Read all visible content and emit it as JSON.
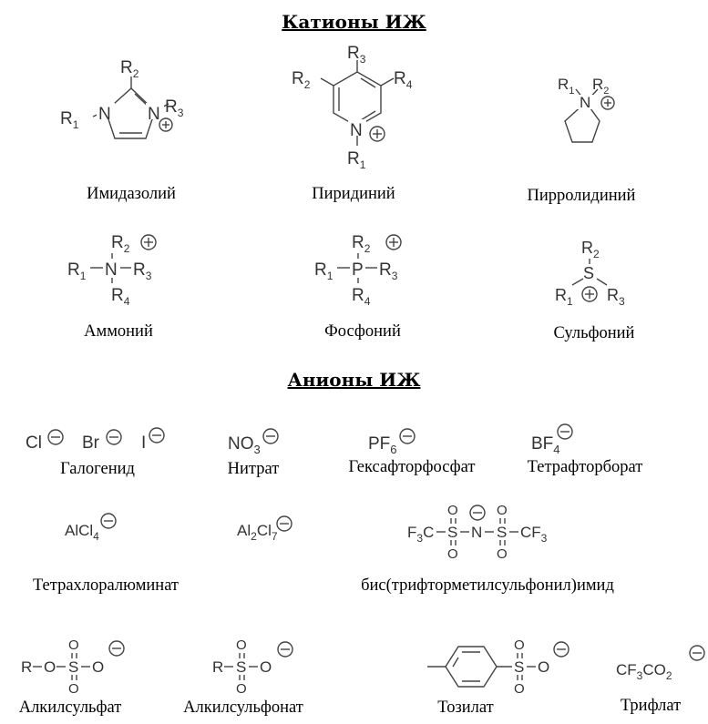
{
  "cations": {
    "title": "Катионы ИЖ",
    "items": [
      {
        "label": "Имидазолий",
        "R": [
          "R1",
          "R2",
          "R3"
        ]
      },
      {
        "label": "Пиридиний",
        "R": [
          "R1",
          "R2",
          "R3",
          "R4"
        ]
      },
      {
        "label": "Пирролидиний",
        "R": [
          "R1",
          "R2"
        ]
      },
      {
        "label": "Аммоний",
        "R": [
          "R1",
          "R2",
          "R3",
          "R4"
        ],
        "atom": "N"
      },
      {
        "label": "Фосфоний",
        "R": [
          "R1",
          "R2",
          "R3",
          "R4"
        ],
        "atom": "P"
      },
      {
        "label": "Сульфоний",
        "R": [
          "R1",
          "R2",
          "R3"
        ],
        "atom": "S"
      }
    ]
  },
  "anions": {
    "title": "Анионы ИЖ",
    "items": [
      {
        "label": "Галогенид",
        "formulas": [
          "Cl",
          "Br",
          "I"
        ]
      },
      {
        "label": "Нитрат",
        "formula": "NO3"
      },
      {
        "label": "Гексафторфосфат",
        "formula": "PF6"
      },
      {
        "label": "Тетрафторборат",
        "formula": "BF4"
      },
      {
        "label": "Тетрахлоралюминат",
        "formula": "AlCl4"
      },
      {
        "label": "Al2Cl7",
        "formula": "Al2Cl7"
      },
      {
        "label": "бис(трифторметилсульфонил)имид",
        "formula": "F3C-SO2-N-SO2-CF3"
      },
      {
        "label": "Алкилсульфат",
        "formula": "R-O-SO2-O"
      },
      {
        "label": "Алкилсульфонат",
        "formula": "R-SO2-O"
      },
      {
        "label": "Тозилат",
        "formula": "CH3-C6H4-SO2-O"
      },
      {
        "label": "Трифлат",
        "formula": "CF3CO2"
      }
    ]
  }
}
